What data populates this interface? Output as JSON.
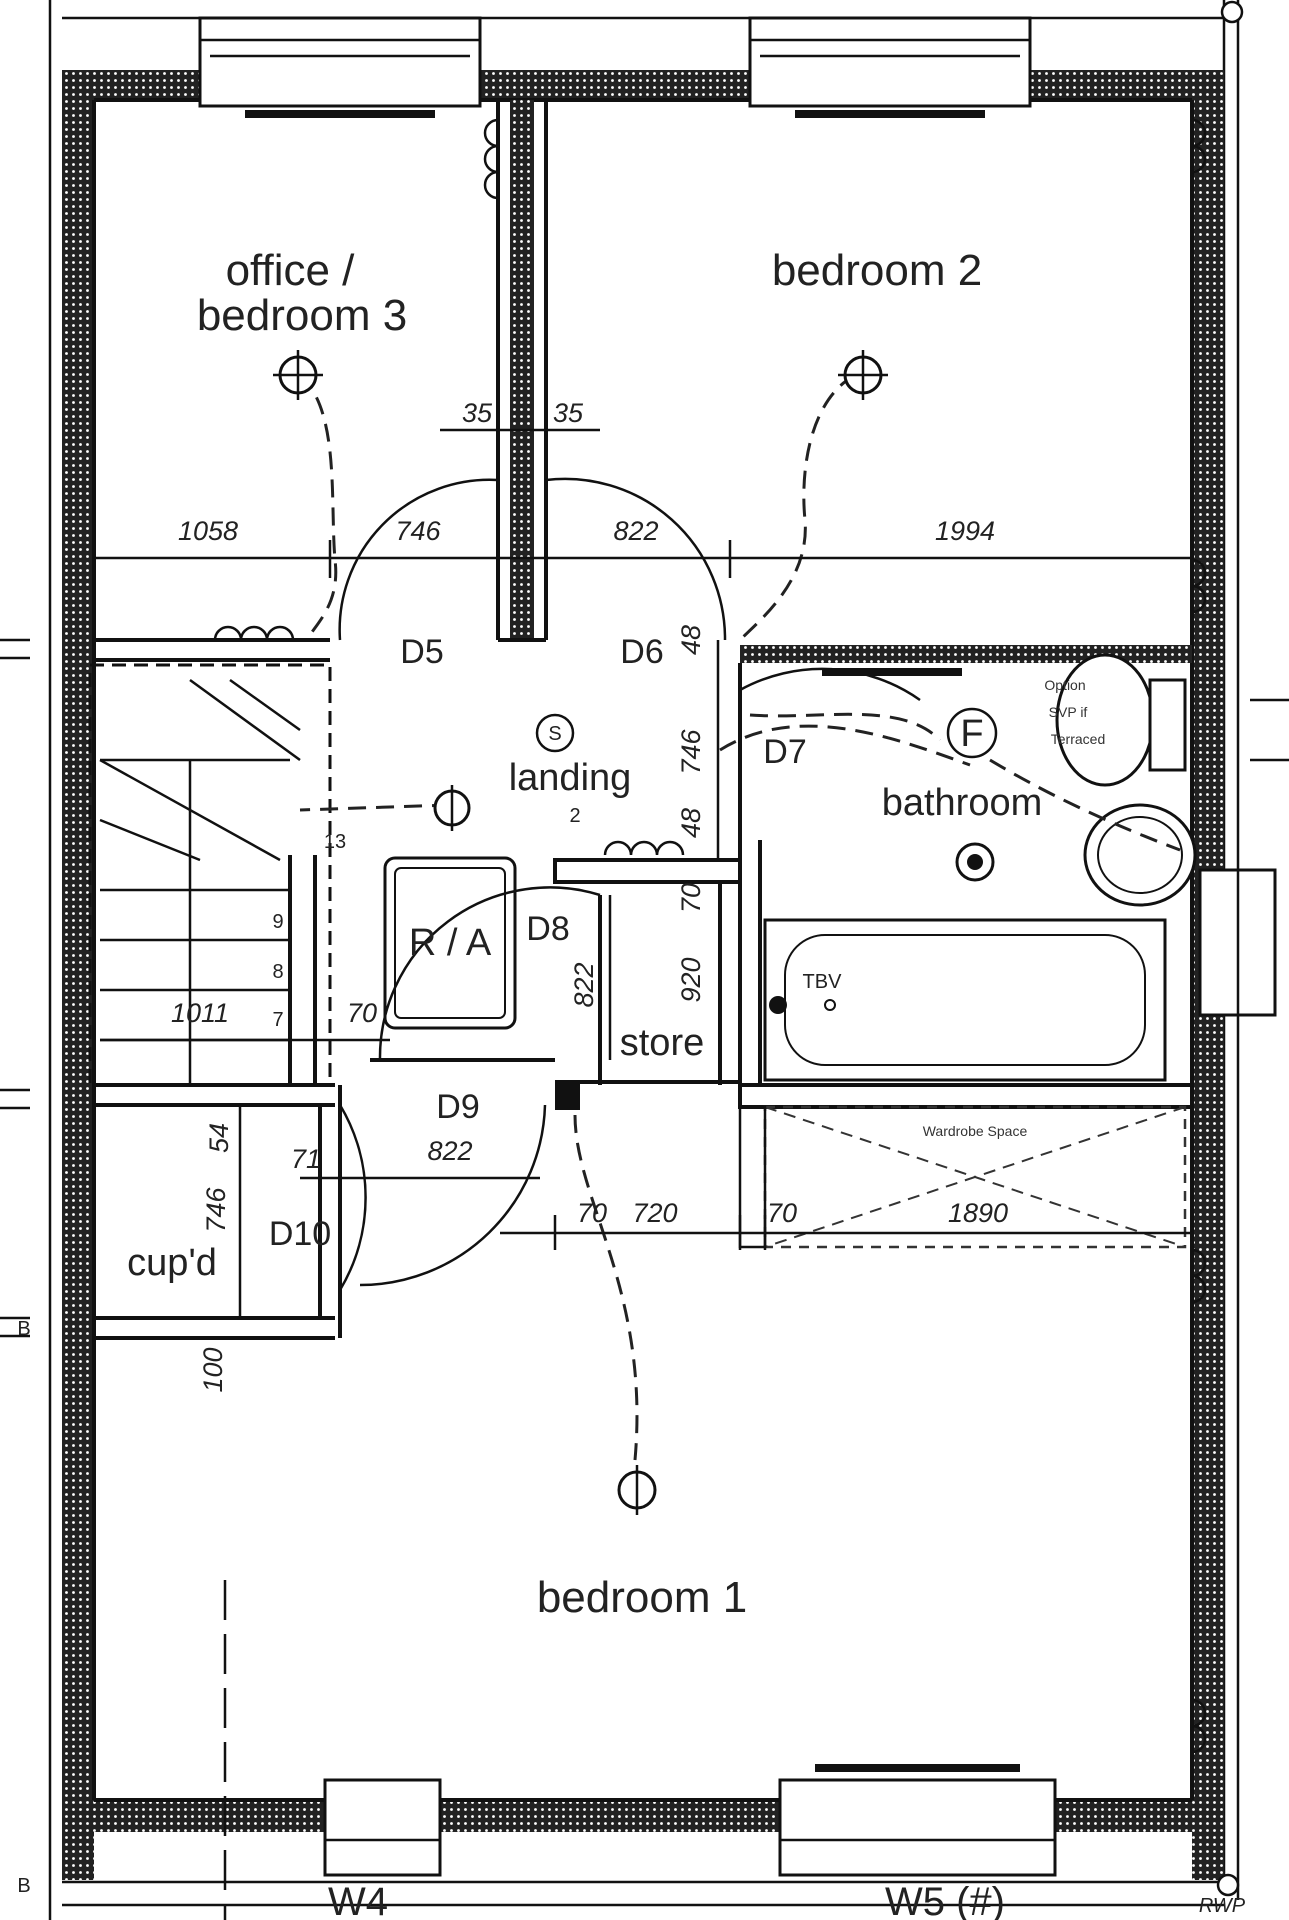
{
  "rooms": {
    "office_line1": "office /",
    "office_line2": "bedroom 3",
    "bedroom2": "bedroom 2",
    "landing": "landing",
    "bathroom": "bathroom",
    "store": "store",
    "cupboard": "cup'd",
    "bedroom1": "bedroom 1",
    "ra": "R / A"
  },
  "doors": {
    "d5": "D5",
    "d6": "D6",
    "d7": "D7",
    "d8": "D8",
    "d9": "D9",
    "d10": "D10"
  },
  "windows": {
    "w4": "W4",
    "w5": "W5 (#)"
  },
  "dimensions": {
    "d1058": "1058",
    "d746_top": "746",
    "d822_top": "822",
    "d1994": "1994",
    "d35_left": "35",
    "d35_right": "35",
    "d48_a": "48",
    "d746_mid": "746",
    "d48_b": "48",
    "d70_mid": "70",
    "d920": "920",
    "d822_store": "822",
    "d1011": "1011",
    "d70_stair": "70",
    "d822_d9": "822",
    "d71": "71",
    "d54": "54",
    "d746_cup": "746",
    "d100": "100",
    "d70_a": "70",
    "d720": "720",
    "d70_b": "70",
    "d1890": "1890"
  },
  "stairs": {
    "s2": "2",
    "s13": "13",
    "s9": "9",
    "s8": "8",
    "s7": "7"
  },
  "symbols": {
    "smoke": "S",
    "fan": "F",
    "tbv": "TBV"
  },
  "notes": {
    "svp_line1": "Option",
    "svp_line2": "SVP if",
    "svp_line3": "Terraced",
    "wardrobe": "Wardrobe Space",
    "rwp": "RWP",
    "edge_b_bottom": "B",
    "edge_b_left": "B"
  }
}
